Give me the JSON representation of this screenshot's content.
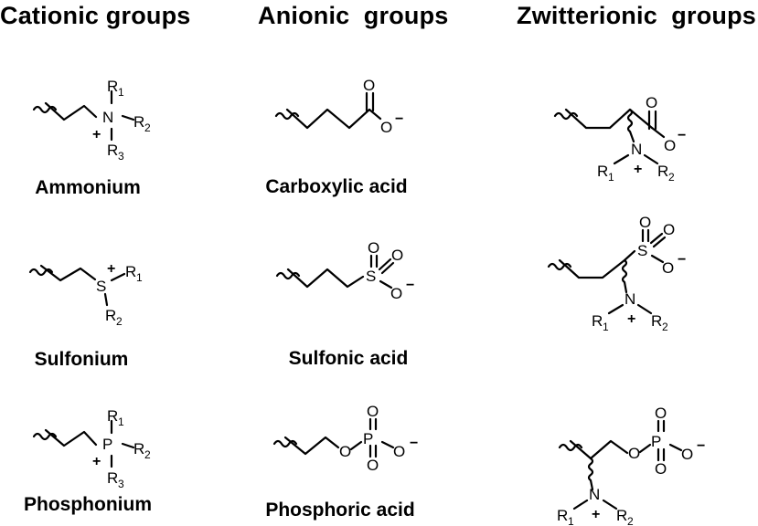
{
  "headers": {
    "cationic": "Cationic groups",
    "anionic": "Anionic  groups",
    "zwitterionic": "Zwitterionic  groups"
  },
  "labels": {
    "ammonium": "Ammonium",
    "sulfonium": "Sulfonium",
    "phosphonium": "Phosphonium",
    "carboxylic": "Carboxylic acid",
    "sulfonic": "Sulfonic acid",
    "phosphoric": "Phosphoric acid"
  },
  "atoms": {
    "N": "N",
    "S": "S",
    "P": "P",
    "O": "O",
    "R": "R",
    "sub1": "1",
    "sub2": "2",
    "sub3": "3",
    "plus": "+",
    "minus": "−"
  }
}
